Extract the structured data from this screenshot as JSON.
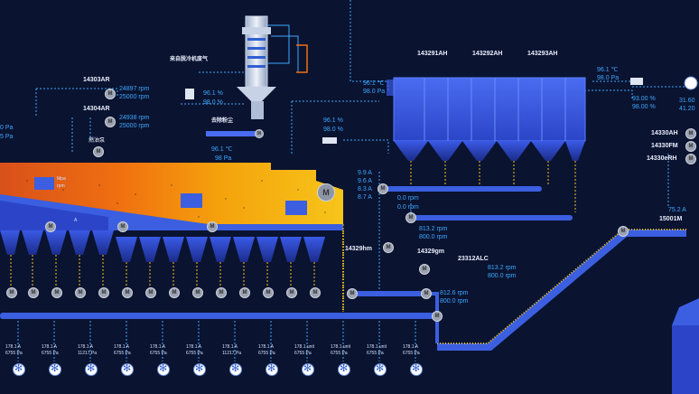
{
  "colors": {
    "background": "#0a1330",
    "accent": "#3ea8ff",
    "vessel": "#3b5fe0",
    "hot": "#f07010",
    "yellow": "#f5c518",
    "motor": "#9aa1b0"
  },
  "left_edge": {
    "pa": "0 Pa",
    "pa2": "5 Pa"
  },
  "fans_top": {
    "fan1": {
      "id": "14303AR",
      "rpm1": "24897 rpm",
      "rpm2": "25000 rpm"
    },
    "fan2": {
      "id": "14304AR",
      "rpm1": "24938 rpm",
      "rpm2": "25000 rpm"
    },
    "small_label": "燃油泵"
  },
  "scrubber": {
    "inlet_label": "来自脱冷机废气",
    "pct1": "96.1 %",
    "pct2": "98.0 %",
    "base_label": "去除粉尘",
    "temp": "96.1 ℃",
    "pa": "98 Pa"
  },
  "valve_mid": {
    "pct1": "96.1 %",
    "pct2": "98.0 %"
  },
  "inlet_temp": {
    "temp": "96.1 ℃",
    "pa": "98.0 Pa"
  },
  "baghouse": {
    "sections": [
      "143291AH",
      "143292AH",
      "143293AH"
    ]
  },
  "right_panel": {
    "temp": "96.1 ℃",
    "pa": "98.0 Pa",
    "pct1": "93.00 %",
    "pct2": "98.00 %",
    "val1": "31.60",
    "val2": "41.20",
    "tags": [
      "14330AH",
      "14330FM",
      "14330eRH"
    ]
  },
  "amps_block": {
    "a1": "9.9 A",
    "a2": "9.6 A",
    "a3": "8.3 A",
    "a4": "8.7 A"
  },
  "rpm_zero": {
    "r1": "0.0 rpm",
    "r2": "0.0 rpm"
  },
  "mid_conveyors": {
    "hm_label": "14329hm",
    "rpm1": "813.2 rpm",
    "rpm2": "800.0 rpm",
    "gm_label": "14329gm",
    "alc_label": "23312ALC",
    "alc_rpm1": "813.2 rpm",
    "alc_rpm2": "800.0 rpm",
    "rpm3": "812.6 rpm",
    "rpm4": "800.0 rpm"
  },
  "incline": {
    "amp": "75.2 A",
    "tag": "15001M"
  },
  "kiln": {
    "mpa_label": "Mpa",
    "rpm_label": "rpm",
    "amp_label": "A",
    "motor": "M"
  },
  "motor_label": "M",
  "bottom_row": [
    {
      "a": "178.1 A",
      "n": "6755 Pa"
    },
    {
      "a": "178.1 A",
      "n": "6755 Pa"
    },
    {
      "a": "178.1 A",
      "n": "11217 Pa"
    },
    {
      "a": "178.1 A",
      "n": "6755 Pa"
    },
    {
      "a": "178.1 A",
      "n": "6755 Pa"
    },
    {
      "a": "178.1 A",
      "n": "6755 Pa"
    },
    {
      "a": "178.1 A",
      "n": "11217 Pa"
    },
    {
      "a": "178.1 A",
      "n": "6755 Pa"
    },
    {
      "a": "178.1 unit",
      "n": "6755 Pa"
    },
    {
      "a": "178.1 unit",
      "n": "6755 Pa"
    },
    {
      "a": "178.1 unit",
      "n": "6755 Pa"
    },
    {
      "a": "178.1 A",
      "n": "6755 Pa"
    }
  ]
}
